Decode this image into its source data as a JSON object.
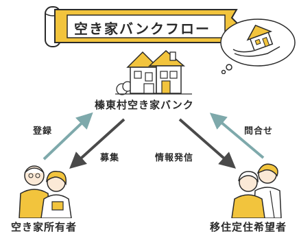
{
  "title": "空き家バンクフロー",
  "center_label": "榛東村空き家バンク",
  "owner_label": "空き家所有者",
  "settler_label": "移住定住希望者",
  "arrows": {
    "register": "登録",
    "inquire": "問合せ",
    "recruit": "募集",
    "info": "情報発信"
  },
  "colors": {
    "accent_yellow": "#f2c43d",
    "arrow_teal": "#7ea9ab",
    "arrow_dark": "#4a4a4a"
  }
}
